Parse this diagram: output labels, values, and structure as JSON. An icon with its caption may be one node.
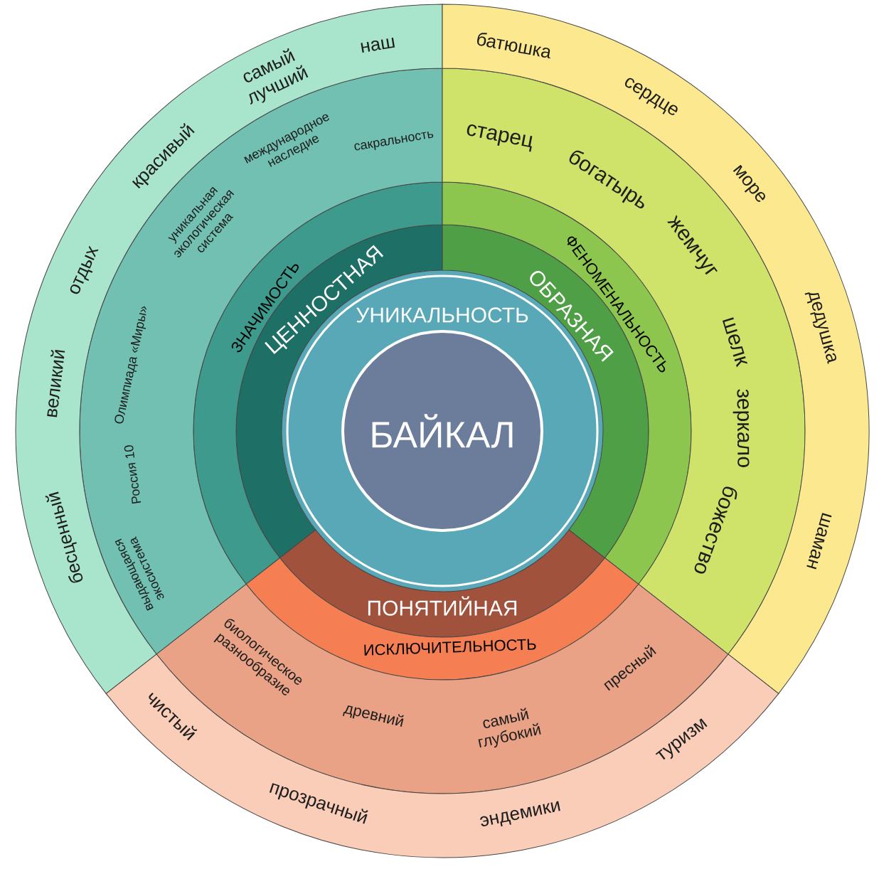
{
  "diagram": {
    "nodes": [
      {
        "text": [
          "УНИКАЛЬНОСТЬ"
        ]
      },
      {
        "text": [
          "БАЙКАЛ"
        ],
        "in": 0
      },
      {
        "text": [
          "ЦЕННОСТНАЯ"
        ]
      },
      {
        "text": [
          "ЗНАЧИМОСТЬ"
        ]
      },
      {
        "text": [
          "выдающаяся экосистема",
          "Россия 10",
          "Олимпиада «Миры»",
          "уникальная экологическая система",
          "международное наследие",
          "сакральность"
        ]
      },
      {
        "text": [
          "бесценный",
          "великий",
          "отдых",
          "красивый",
          "самый лучший",
          "наш"
        ]
      },
      {
        "text": [
          "ОБРАЗНАЯ"
        ]
      },
      {
        "text": [
          "ФЕНОМЕНАЛЬНОСТЬ"
        ]
      },
      {
        "text": [
          "старец",
          "богатырь",
          "жемчуг",
          "шелк",
          "зеркало",
          "божество"
        ]
      },
      {
        "text": [
          "батюшка",
          "сердце",
          "море",
          "дедушка",
          "шаман"
        ]
      },
      {
        "text": [
          "ПОНЯТИЙНАЯ"
        ]
      },
      {
        "text": [
          "ИСКЛЮЧИТЕЛЬНОСТЬ"
        ]
      },
      {
        "text": [
          "биологическое разнообразие",
          "древний",
          "самый глубокий",
          "пресный"
        ]
      },
      {
        "text": [
          "чистый",
          "прозрачный",
          "эндемики",
          "туризм"
        ]
      }
    ]
  }
}
